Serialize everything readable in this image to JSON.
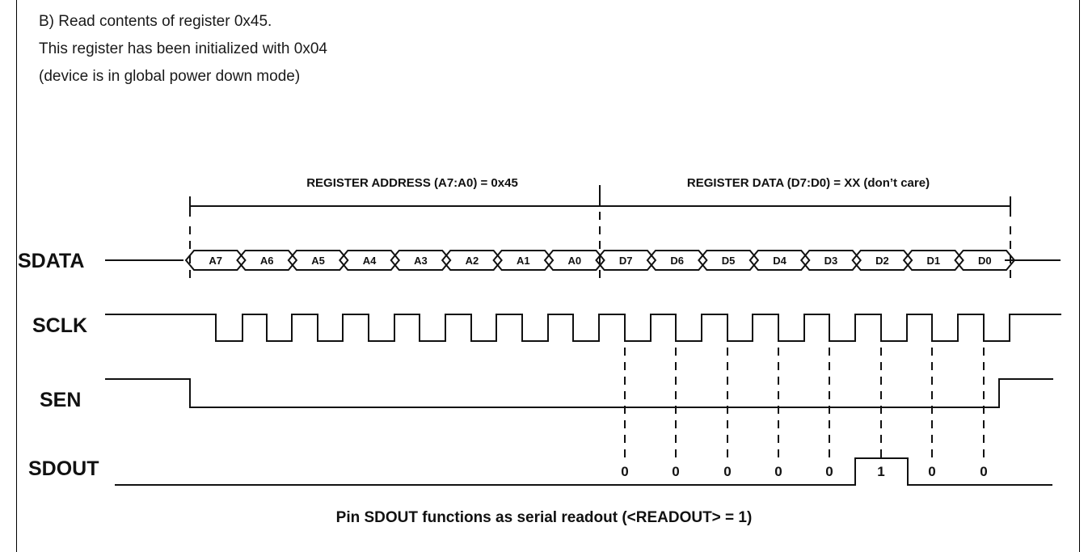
{
  "intro": {
    "line1": "B) Read contents of register 0x45.",
    "line2": "This register has been initialized with 0x04",
    "line3": "(device is in global power down mode)"
  },
  "header": {
    "address": "REGISTER ADDRESS (A7:A0) = 0x45",
    "data": "REGISTER DATA (D7:D0) = XX (don’t care)"
  },
  "signals": {
    "sdata": "SDATA",
    "sclk": "SCLK",
    "sen": "SEN",
    "sdout": "SDOUT"
  },
  "sdata_bits": [
    "A7",
    "A6",
    "A5",
    "A4",
    "A3",
    "A2",
    "A1",
    "A0",
    "D7",
    "D6",
    "D5",
    "D4",
    "D3",
    "D2",
    "D1",
    "D0"
  ],
  "sdout_bits": [
    "0",
    "0",
    "0",
    "0",
    "0",
    "1",
    "0",
    "0"
  ],
  "footer": {
    "note": "Pin SDOUT functions as serial readout (<READOUT> = 1)"
  }
}
